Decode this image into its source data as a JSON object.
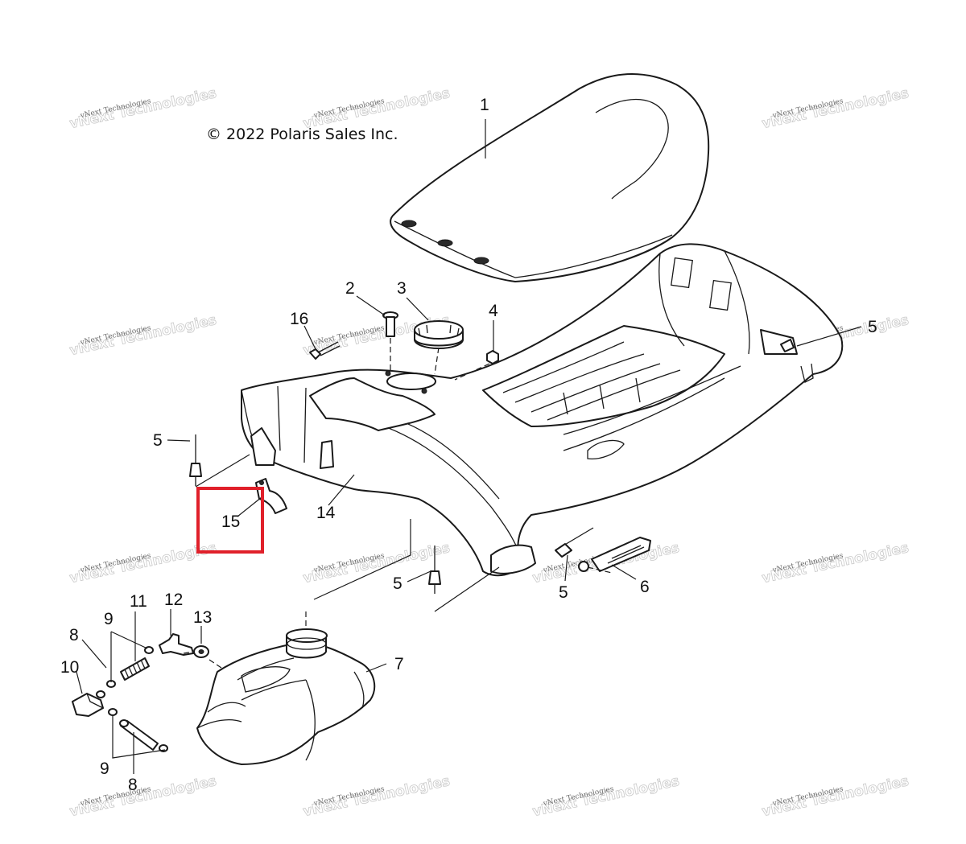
{
  "copyright": "© 2022 Polaris Sales Inc.",
  "watermark": {
    "line1": "vNext Technologies",
    "line2": "vNext Technologies"
  },
  "callouts": {
    "c1": "1",
    "c2": "2",
    "c3": "3",
    "c4": "4",
    "c5a": "5",
    "c5b": "5",
    "c5c": "5",
    "c5d": "5",
    "c6": "6",
    "c7": "7",
    "c8a": "8",
    "c8b": "8",
    "c9a": "9",
    "c9b": "9",
    "c10": "10",
    "c11": "11",
    "c12": "12",
    "c13": "13",
    "c14": "14",
    "c15": "15",
    "c16": "16"
  },
  "highlight": {
    "color": "#e0202a",
    "target": "15"
  },
  "colors": {
    "line": "#1a1a1a",
    "background": "#ffffff"
  }
}
